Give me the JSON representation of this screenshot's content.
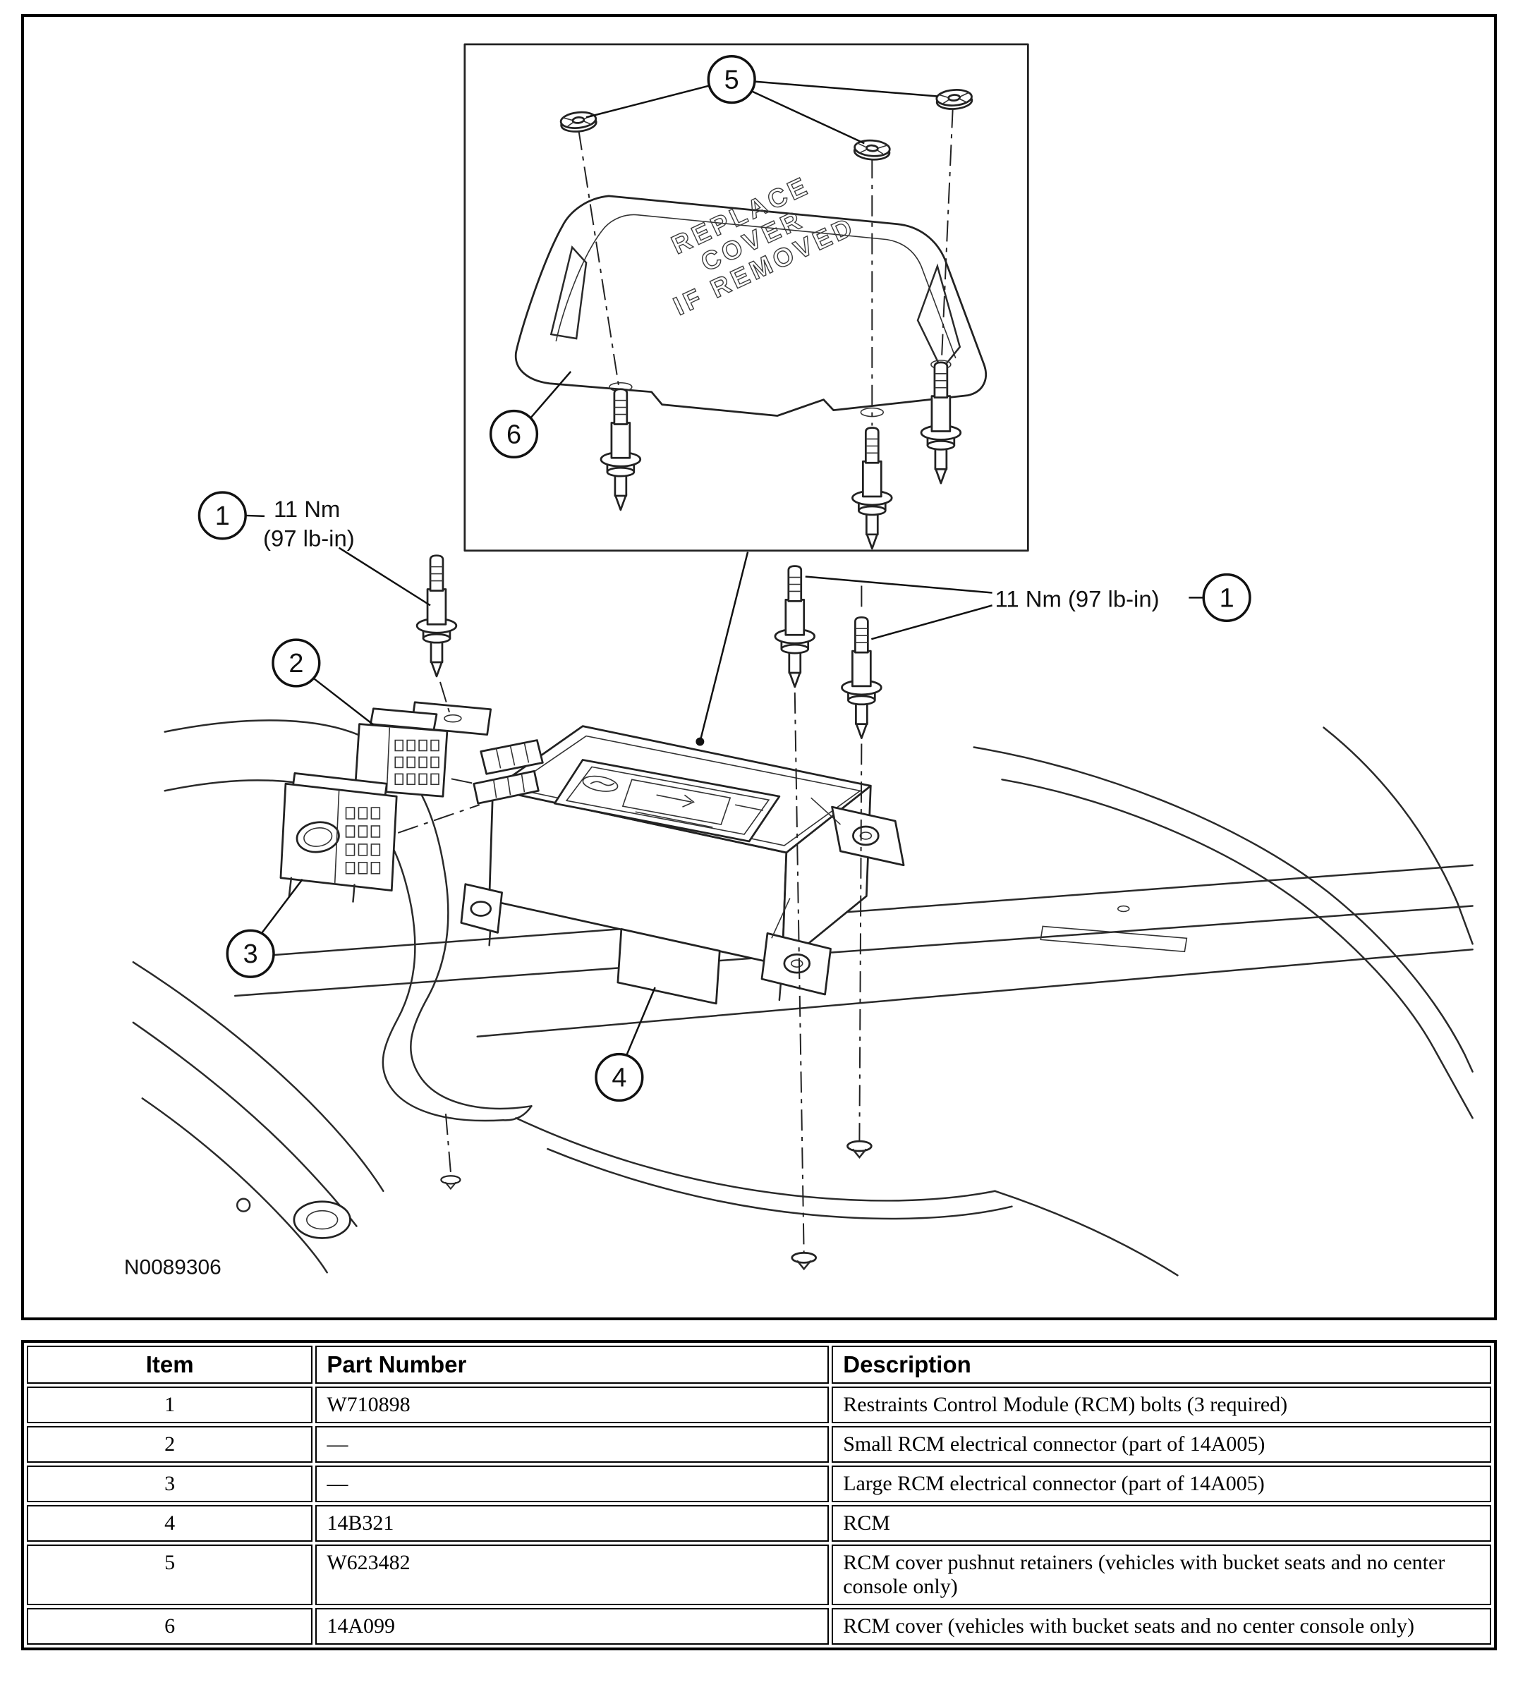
{
  "figure": {
    "figure_id": "N0089306",
    "cover_text": [
      "REPLACE",
      "COVER",
      "IF REMOVED"
    ],
    "torque_left": [
      "11 Nm",
      "(97 lb-in)"
    ],
    "torque_right": "11 Nm (97 lb-in)",
    "callouts": [
      "1",
      "2",
      "3",
      "4",
      "5",
      "6"
    ]
  },
  "table": {
    "headers": [
      "Item",
      "Part Number",
      "Description"
    ],
    "rows": [
      {
        "item": "1",
        "part_number": "W710898",
        "description": "Restraints Control Module (RCM) bolts (3 required)"
      },
      {
        "item": "2",
        "part_number": "—",
        "description": "Small RCM electrical connector (part of 14A005)"
      },
      {
        "item": "3",
        "part_number": "—",
        "description": "Large RCM electrical connector (part of 14A005)"
      },
      {
        "item": "4",
        "part_number": "14B321",
        "description": "RCM"
      },
      {
        "item": "5",
        "part_number": "W623482",
        "description": "RCM cover pushnut retainers (vehicles with bucket seats and no center console only)"
      },
      {
        "item": "6",
        "part_number": "14A099",
        "description": "RCM cover (vehicles with bucket seats and no center console only)"
      }
    ]
  }
}
